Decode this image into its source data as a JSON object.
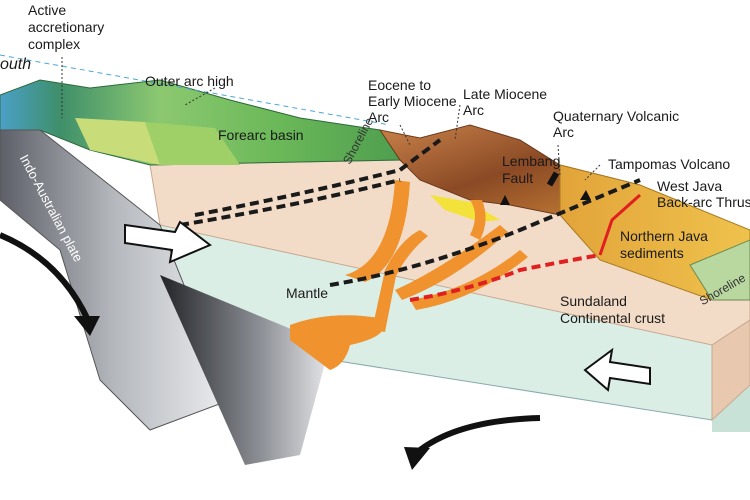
{
  "labels": {
    "active_accretionary": [
      "Active",
      "accretionary",
      "complex"
    ],
    "south": "outh",
    "outer_arc_high": "Outer arc high",
    "forearc_basin": "Forearc basin",
    "eocene_arc": [
      "Eocene to",
      "Early Miocene",
      "Arc"
    ],
    "late_miocene": [
      "Late Miocene",
      "Arc"
    ],
    "quaternary": [
      "Quaternary Volcanic",
      "Arc"
    ],
    "lembang": [
      "Lembang",
      "Fault"
    ],
    "tampomas": "Tampomas Volcano",
    "west_java": [
      "West Java",
      "Back-arc Thrust"
    ],
    "northern_java": [
      "Northern Java",
      "sediments"
    ],
    "shoreline_left": "Shoreline",
    "shoreline_right": "Shoreline",
    "indo_australian": "Indo-Australian plate",
    "mantle": "Mantle",
    "sundaland": [
      "Sundaland",
      "Continental crust"
    ]
  },
  "colors": {
    "crust_tan": "#f2dcc8",
    "mantle_green": "#dbeee6",
    "slab_grey": "#9a9ea5",
    "magma": "#f0922e",
    "thrust_red": "#e02020",
    "fault_black": "#1a1a1a",
    "terrain_green": "#6fb55a",
    "volcanic_brown": "#9a5a2a",
    "sediment_yellow": "#e8b835"
  }
}
